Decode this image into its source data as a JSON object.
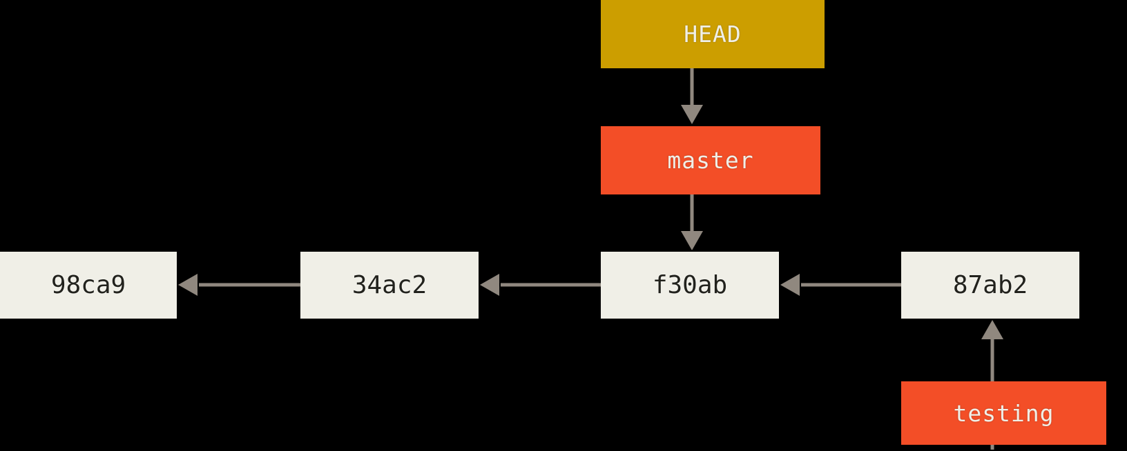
{
  "diagram": {
    "type": "git-branch-pointer-diagram",
    "head_pointer": {
      "label": "HEAD"
    },
    "branches": [
      {
        "label": "master"
      },
      {
        "label": "testing"
      }
    ],
    "commits": [
      {
        "id": "98ca9"
      },
      {
        "id": "34ac2"
      },
      {
        "id": "f30ab"
      },
      {
        "id": "87ab2"
      }
    ],
    "edges": [
      {
        "from": "HEAD",
        "to": "master",
        "direction": "down"
      },
      {
        "from": "master",
        "to": "f30ab",
        "direction": "down"
      },
      {
        "from": "34ac2",
        "to": "98ca9",
        "direction": "left"
      },
      {
        "from": "f30ab",
        "to": "34ac2",
        "direction": "left"
      },
      {
        "from": "87ab2",
        "to": "f30ab",
        "direction": "left"
      },
      {
        "from": "testing",
        "to": "87ab2",
        "direction": "up"
      }
    ]
  },
  "colors": {
    "background": "#000000",
    "head_box": "#CC9E00",
    "branch_box": "#F34E27",
    "commit_box": "#F0EFE7",
    "arrow": "#90887F",
    "commit_text": "#22221D",
    "pointer_text": "#F0EFE7"
  }
}
